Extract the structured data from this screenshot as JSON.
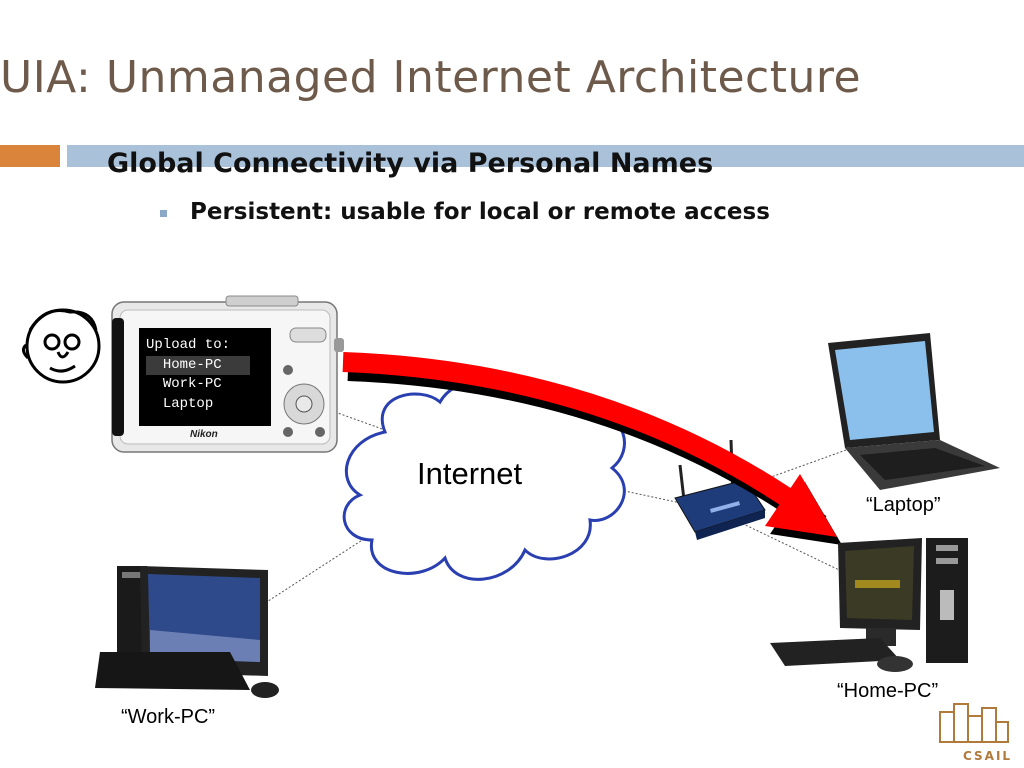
{
  "slide": {
    "title": "UIA: Unmanaged Internet Architecture",
    "bullet_main": "Global Connectivity via Personal Names",
    "bullet_sub": "Persistent: usable for local or remote access"
  },
  "camera": {
    "screen_title": "Upload to:",
    "options": [
      "Home-PC",
      "Work-PC",
      "Laptop"
    ],
    "brand": "Nikon"
  },
  "cloud": {
    "label": "Internet"
  },
  "devices": {
    "laptop": "“Laptop”",
    "home_pc": "“Home-PC”",
    "work_pc": "“Work-PC”"
  },
  "logo": {
    "text": "CSAIL"
  },
  "colors": {
    "title": "#6e5a4a",
    "accent_orange": "#d9833b",
    "accent_blue": "#a9c1d9",
    "cloud_stroke": "#2a3fb0",
    "arrow": "#ff0000"
  }
}
